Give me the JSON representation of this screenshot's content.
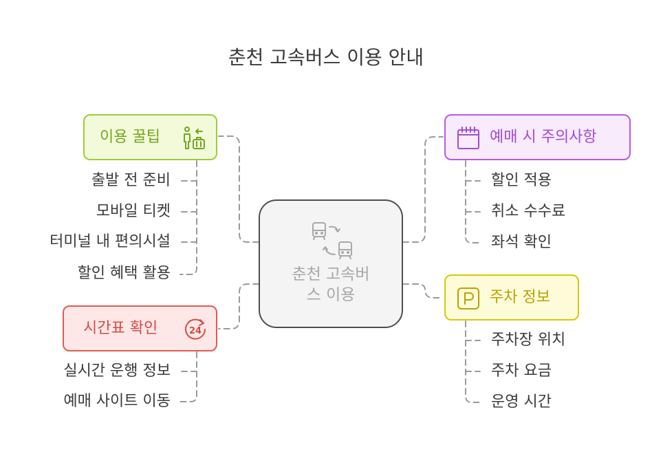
{
  "title": "춘천 고속버스 이용 안내",
  "center": {
    "line1": "춘천 고속버",
    "line2": "스 이용",
    "icon": "bus-transfer-icon"
  },
  "branches": {
    "tips": {
      "label": "이용 꿀팁",
      "icon": "traveler-luggage-icon",
      "color": "#9ccc3c",
      "items": [
        "출발 전 준비",
        "모바일 티켓",
        "터미널 내 편의시설",
        "할인 혜택 활용"
      ]
    },
    "timetable": {
      "label": "시간표 확인",
      "icon": "24-hours-icon",
      "color": "#e05a52",
      "items": [
        "실시간 운행 정보",
        "예매 사이트 이동"
      ]
    },
    "booking": {
      "label": "예매 시 주의사항",
      "icon": "calendar-icon",
      "color": "#b75ae0",
      "items": [
        "할인 적용",
        "취소 수수료",
        "좌석 확인"
      ]
    },
    "parking": {
      "label": "주차 정보",
      "icon": "parking-icon",
      "color": "#d9c70c",
      "items": [
        "주차장 위치",
        "주차 요금",
        "운영 시간"
      ]
    }
  }
}
